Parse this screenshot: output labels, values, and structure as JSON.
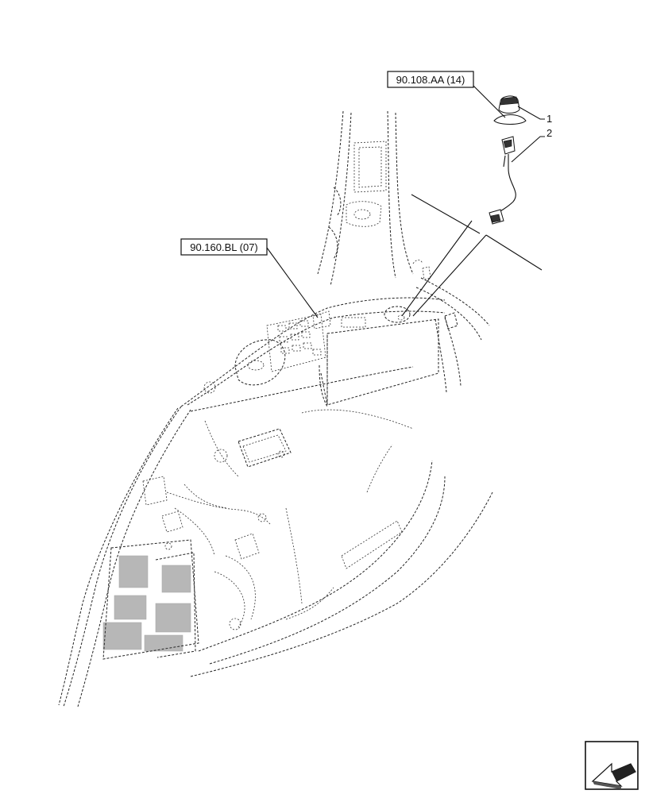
{
  "references": {
    "ref_top": "90.108.AA (14)",
    "ref_left": "90.160.BL (07)"
  },
  "callouts": {
    "item1": "1",
    "item2": "2"
  },
  "icons": {
    "corner": "navigation-arrow-icon"
  }
}
